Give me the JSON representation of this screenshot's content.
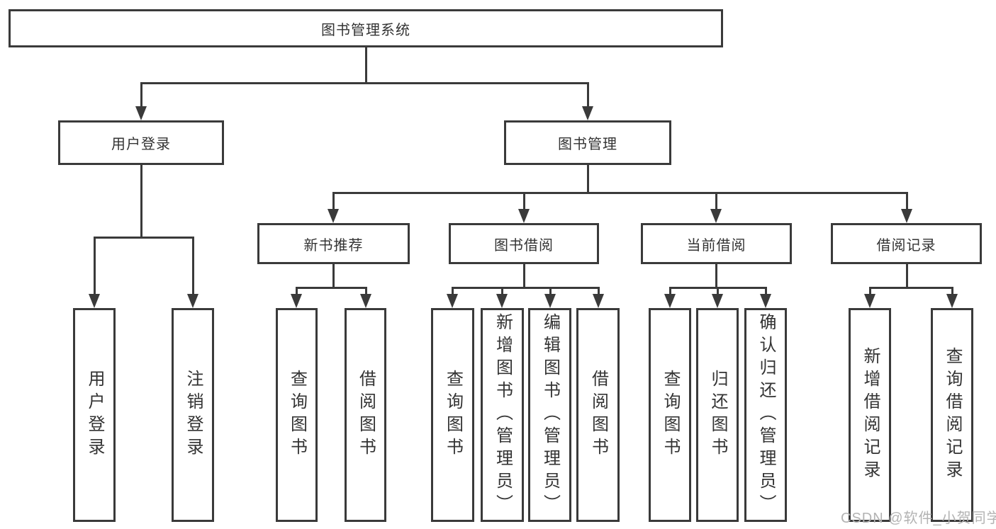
{
  "colors": {
    "line": "#3a3a3a",
    "text": "#333333",
    "box_background": "#ffffff",
    "watermark": "#b3b3b3"
  },
  "watermark": "CSDN @软件_小贺同学",
  "tree": {
    "label": "图书管理系统",
    "children": [
      {
        "label": "用户登录",
        "children": [
          {
            "label": "用户登录"
          },
          {
            "label": "注销登录"
          }
        ]
      },
      {
        "label": "图书管理",
        "children": [
          {
            "label": "新书推荐",
            "children": [
              {
                "label": "查询图书"
              },
              {
                "label": "借阅图书"
              }
            ]
          },
          {
            "label": "图书借阅",
            "children": [
              {
                "label": "查询图书"
              },
              {
                "label": "新增图书（管理员）"
              },
              {
                "label": "编辑图书（管理员）"
              },
              {
                "label": "借阅图书"
              }
            ]
          },
          {
            "label": "当前借阅",
            "children": [
              {
                "label": "查询图书"
              },
              {
                "label": "归还图书"
              },
              {
                "label": "确认归还（管理员）"
              }
            ]
          },
          {
            "label": "借阅记录",
            "children": [
              {
                "label": "新增借阅记录"
              },
              {
                "label": "查询借阅记录"
              }
            ]
          }
        ]
      }
    ]
  }
}
